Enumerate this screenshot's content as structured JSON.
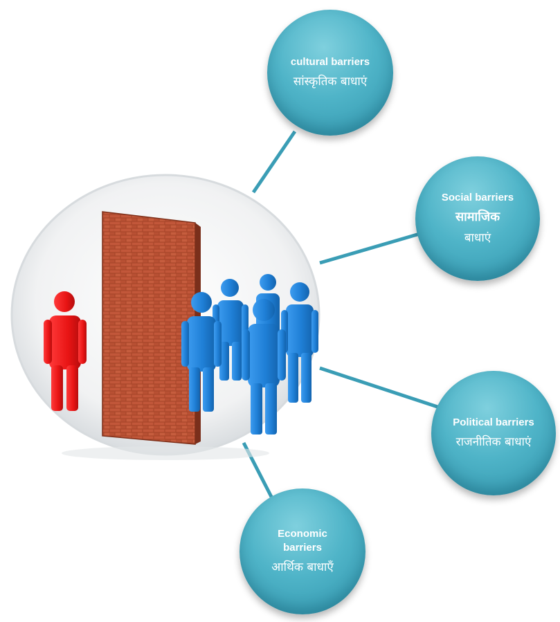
{
  "nodes": {
    "cultural": {
      "en": "cultural barriers",
      "hi": "सांस्कृतिक बाधाएं"
    },
    "social": {
      "en": "Social barriers",
      "hi_main": "सामाजिक",
      "hi_sub": "बाधाएं"
    },
    "political": {
      "en": "Political barriers",
      "hi": "राजनीतिक बाधाएं"
    },
    "economic": {
      "en": "Economic barriers",
      "hi": "आर्थिक बाधाएँ"
    }
  },
  "colors": {
    "bubble": "#4fb4c8",
    "connector": "#3a9db5",
    "brick": "#b34a2c",
    "person_isolated": "#e81414",
    "person_group": "#1f7fd6"
  },
  "central_image": "isolated red figure separated by a brick wall from a group of blue figures"
}
